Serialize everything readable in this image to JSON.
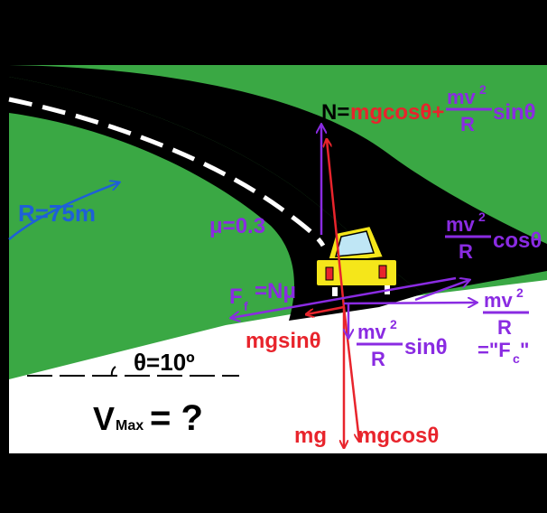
{
  "colors": {
    "grass": "#3aa844",
    "road": "#000000",
    "dash": "#ffffff",
    "ground": "#ffffff",
    "red": "#e8242c",
    "purple": "#8a2be2",
    "blue": "#1e5fd8",
    "car": "#f5e61a"
  },
  "labels": {
    "normal_prefix": "N=",
    "normal_mid": "mgcosθ+",
    "normal_suffix": "sinθ",
    "frac_num": "mv",
    "frac_exp": "2",
    "frac_den": "R",
    "radius": "R=75m",
    "mu": "μ=0.3",
    "friction": "F",
    "friction_sub": "f",
    "friction_eq": "=Nμ",
    "mgsin": "mgsinθ",
    "cos_term": "cosθ",
    "sin_term": "sinθ",
    "fc_prefix": "=\"F",
    "fc_sub": "c",
    "fc_suffix": "\"",
    "theta": "θ=10º",
    "vmax": "V",
    "vmax_sub": "Max",
    "vmax_eq": "= ?",
    "mg": "mg",
    "mgcos": "mgcosθ"
  }
}
